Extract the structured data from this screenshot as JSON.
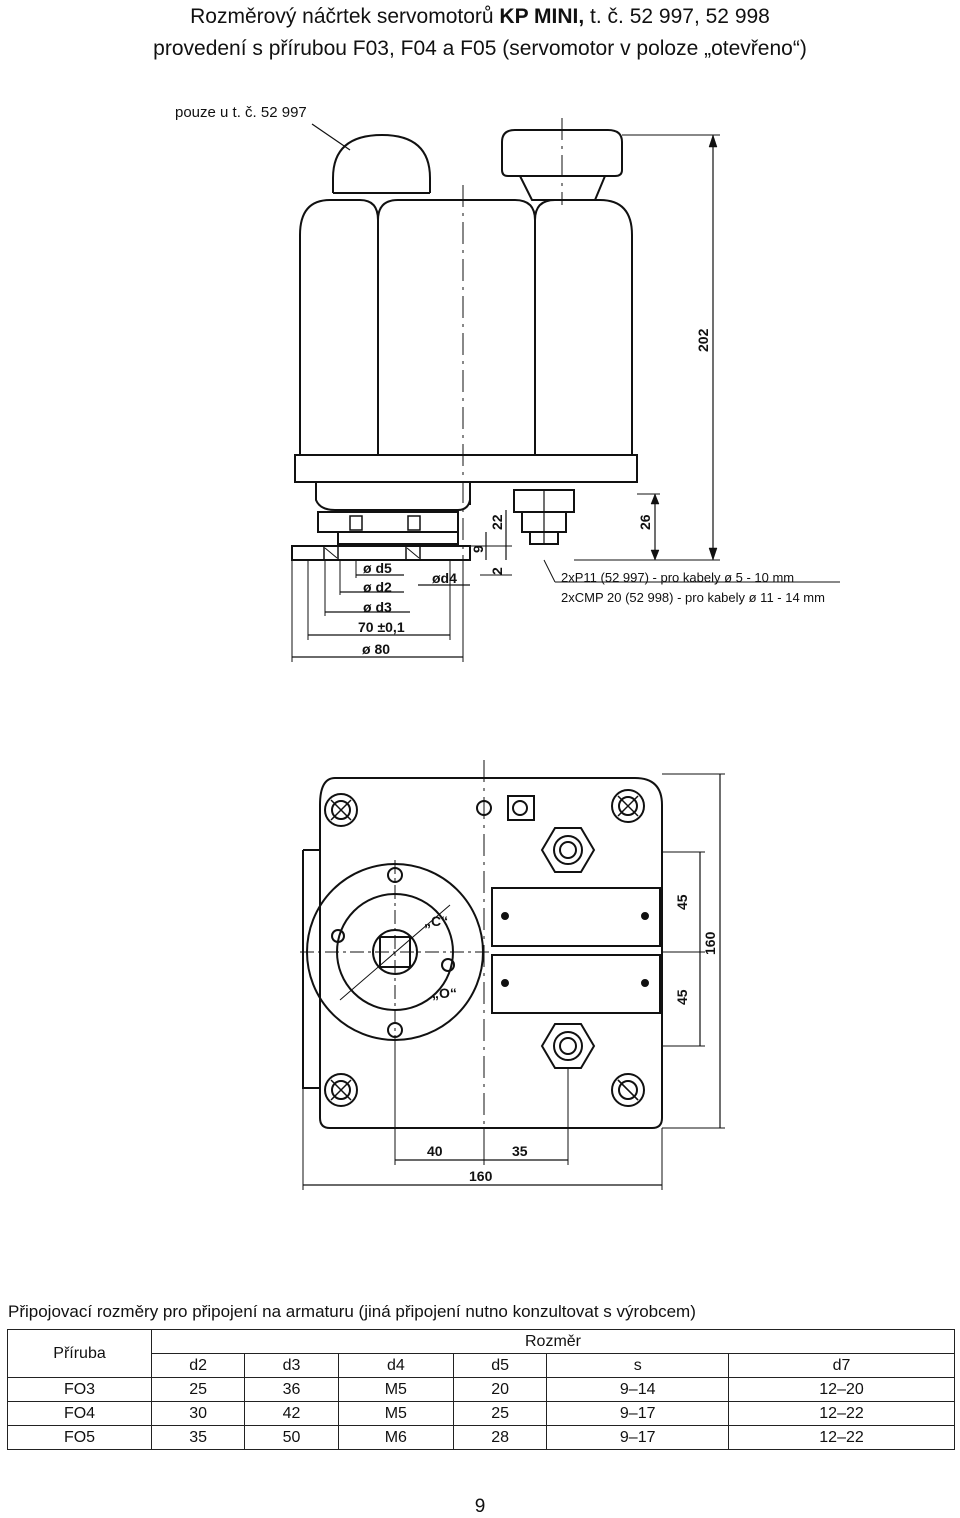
{
  "title": {
    "line1_prefix": "Rozměrový náčrtek servomotorů ",
    "line1_bold": "KP MINI,",
    "line1_suffix": " t. č. 52 997, 52 998",
    "line2": "provedení s přírubou F03, F04 a F05 (servomotor v poloze „otevřeno“)"
  },
  "note": "pouze u t. č. 52 997",
  "side_view": {
    "dims": {
      "d5": "ø d5",
      "d2": "ø d2",
      "d3": "ø d3",
      "d4": "ød4",
      "bolt_circle": "70 ±0,1",
      "d80": "ø 80",
      "h9": "9",
      "h22": "22",
      "h2": "2",
      "h26": "26",
      "h202": "202"
    },
    "cable_notes": [
      "2xP11 (52 997) - pro kabely ø 5 - 10 mm",
      "2xCMP 20 (52 998) - pro kabely ø 11 - 14 mm"
    ]
  },
  "top_view": {
    "labels": {
      "closed": "„C“",
      "open": "„O“"
    },
    "dims": {
      "v45_top": "45",
      "v45_bottom": "45",
      "v160": "160",
      "h40": "40",
      "h35": "35",
      "h160": "160"
    }
  },
  "table": {
    "caption": "Připojovací rozměry pro připojení na armaturu (jiná připojení nutno konzultovat s výrobcem)",
    "col_flange": "Příruba",
    "col_group": "Rozměr",
    "columns": [
      "d2",
      "d3",
      "d4",
      "d5",
      "s",
      "d7"
    ],
    "rows": [
      [
        "FO3",
        "25",
        "36",
        "M5",
        "20",
        "9–14",
        "12–20"
      ],
      [
        "FO4",
        "30",
        "42",
        "M5",
        "25",
        "9–17",
        "12–22"
      ],
      [
        "FO5",
        "35",
        "50",
        "M6",
        "28",
        "9–17",
        "12–22"
      ]
    ]
  },
  "page_number": "9"
}
